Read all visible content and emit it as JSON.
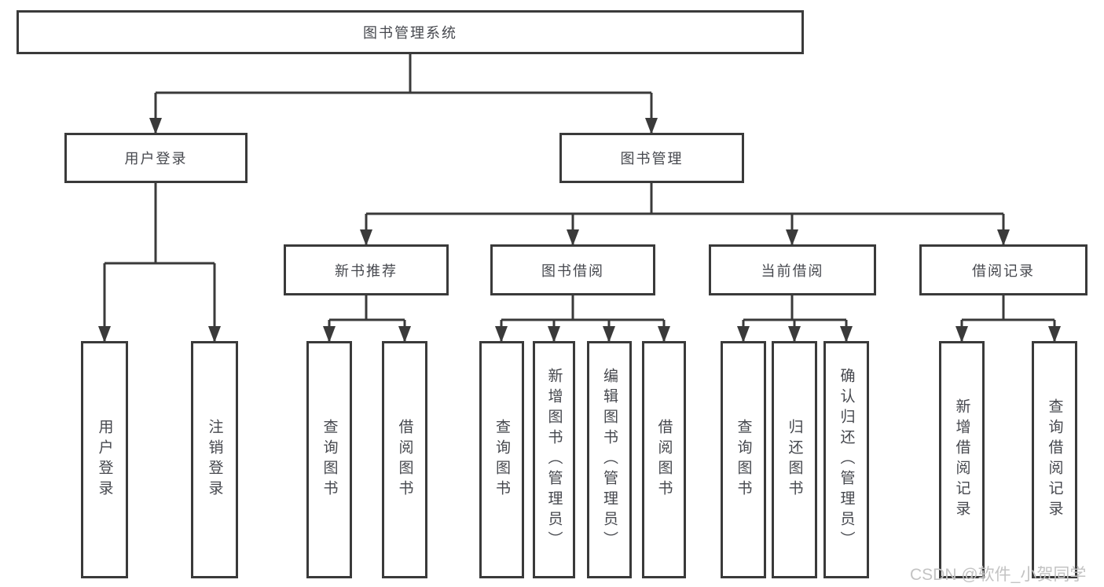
{
  "diagram": {
    "root": {
      "label": "图书管理系统"
    },
    "branches": [
      {
        "label": "用户登录",
        "children": [
          {
            "label": "用户登录"
          },
          {
            "label": "注销登录"
          }
        ]
      },
      {
        "label": "图书管理",
        "children": [
          {
            "label": "新书推荐",
            "children": [
              {
                "label": "查询图书"
              },
              {
                "label": "借阅图书"
              }
            ]
          },
          {
            "label": "图书借阅",
            "children": [
              {
                "label": "查询图书"
              },
              {
                "label": "新增图书（管理员）"
              },
              {
                "label": "编辑图书（管理员）"
              },
              {
                "label": "借阅图书"
              }
            ]
          },
          {
            "label": "当前借阅",
            "children": [
              {
                "label": "查询图书"
              },
              {
                "label": "归还图书"
              },
              {
                "label": "确认归还（管理员）"
              }
            ]
          },
          {
            "label": "借阅记录",
            "children": [
              {
                "label": "新增借阅记录"
              },
              {
                "label": "查询借阅记录"
              }
            ]
          }
        ]
      }
    ]
  },
  "watermark": {
    "label": "CSDN @软件_小贺同学"
  },
  "colors": {
    "line": "#3a3a3a",
    "box_border": "#3a3a3a",
    "text": "#46484e",
    "watermark": "#c3c3c3",
    "background": "#ffffff"
  }
}
